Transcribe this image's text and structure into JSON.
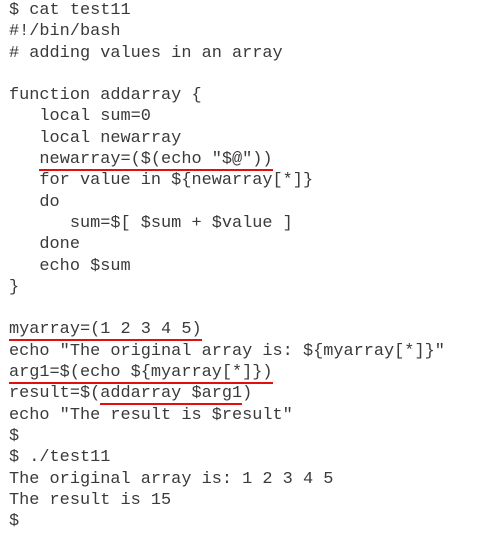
{
  "document": {
    "lines": [
      [
        {
          "t": "$ cat test11"
        }
      ],
      [
        {
          "t": "#!/bin/bash"
        }
      ],
      [
        {
          "t": "# adding values in an array"
        }
      ],
      [
        {
          "t": ""
        }
      ],
      [
        {
          "t": "function addarray {"
        }
      ],
      [
        {
          "t": "   local sum=0"
        }
      ],
      [
        {
          "t": "   local newarray"
        }
      ],
      [
        {
          "t": "   "
        },
        {
          "t": "newarray=($(echo \"$@\"))",
          "hl": true
        }
      ],
      [
        {
          "t": "   for value in ${newarray[*]}"
        }
      ],
      [
        {
          "t": "   do"
        }
      ],
      [
        {
          "t": "      sum=$[ $sum + $value ]"
        }
      ],
      [
        {
          "t": "   done"
        }
      ],
      [
        {
          "t": "   echo $sum"
        }
      ],
      [
        {
          "t": "}"
        }
      ],
      [
        {
          "t": ""
        }
      ],
      [
        {
          "t": "myarray=(1 2 3 4 5)",
          "hl": true
        }
      ],
      [
        {
          "t": "echo \"The original array is: ${myarray[*]}\""
        }
      ],
      [
        {
          "t": "arg1=$(echo ${myarray[*]})",
          "hl": true
        }
      ],
      [
        {
          "t": "result=$("
        },
        {
          "t": "addarray $arg1",
          "hl": true
        },
        {
          "t": ")"
        }
      ],
      [
        {
          "t": "echo \"The result is $result\""
        }
      ],
      [
        {
          "t": "$"
        }
      ],
      [
        {
          "t": "$ ./test11"
        }
      ],
      [
        {
          "t": "The original array is: 1 2 3 4 5"
        }
      ],
      [
        {
          "t": "The result is 15"
        }
      ],
      [
        {
          "t": "$"
        }
      ]
    ]
  },
  "colors": {
    "text": "#3a3a3a",
    "highlight_underline": "#e01010",
    "background": "#ffffff"
  }
}
